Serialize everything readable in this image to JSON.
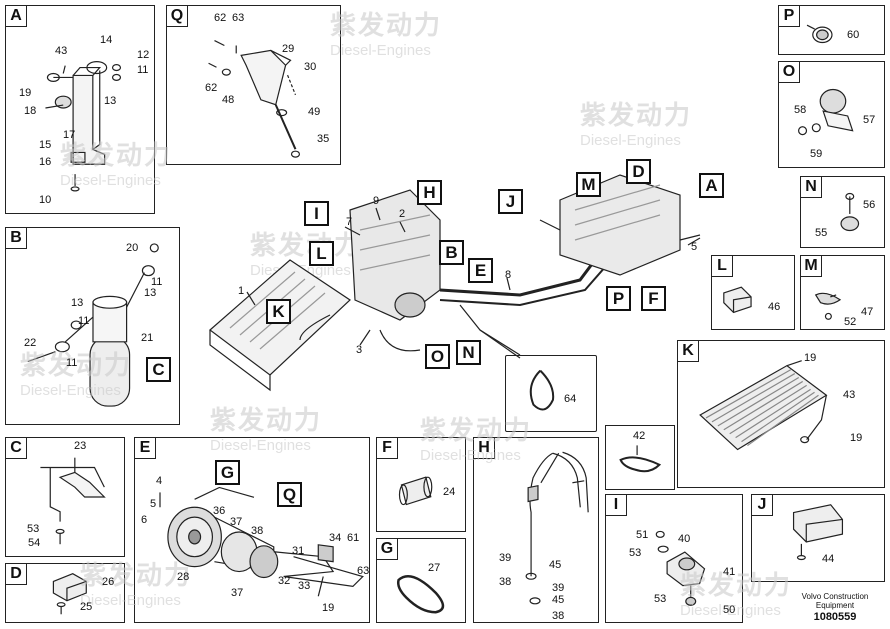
{
  "watermark": {
    "cn": "紫发动力",
    "en": "Diesel-Engines"
  },
  "footer": {
    "line1": "Volvo Construction",
    "line2": "Equipment",
    "code": "1080559"
  },
  "panels": {
    "A": {
      "label": "A",
      "parts": [
        "43",
        "14",
        "12",
        "11",
        "19",
        "13",
        "18",
        "17",
        "15",
        "16",
        "10"
      ]
    },
    "Q": {
      "label": "Q",
      "parts": [
        "62",
        "63",
        "29",
        "30",
        "62",
        "48",
        "49",
        "35"
      ]
    },
    "B": {
      "label": "B",
      "parts": [
        "20",
        "11",
        "13",
        "13",
        "11",
        "21",
        "22",
        "11",
        "C"
      ]
    },
    "C": {
      "label": "C",
      "parts": [
        "23",
        "53",
        "54"
      ]
    },
    "D": {
      "label": "D",
      "parts": [
        "26",
        "25"
      ]
    },
    "E": {
      "label": "E",
      "parts": [
        "4",
        "5",
        "6",
        "G",
        "Q",
        "36",
        "37",
        "38",
        "28",
        "31",
        "32",
        "33",
        "34",
        "61",
        "63",
        "19",
        "37"
      ]
    },
    "F": {
      "label": "F",
      "parts": [
        "24"
      ]
    },
    "G": {
      "label": "G",
      "parts": [
        "27"
      ]
    },
    "H": {
      "label": "H",
      "parts": [
        "39",
        "45",
        "38",
        "39",
        "45",
        "38"
      ]
    },
    "K": {
      "label": "K",
      "parts": [
        "19",
        "43",
        "19"
      ]
    },
    "L": {
      "label": "L",
      "parts": [
        "46"
      ]
    },
    "M": {
      "label": "M",
      "parts": [
        "47",
        "52"
      ]
    },
    "N": {
      "label": "N",
      "parts": [
        "56",
        "55"
      ]
    },
    "O": {
      "label": "O",
      "parts": [
        "58",
        "57",
        "59"
      ]
    },
    "P": {
      "label": "P",
      "parts": [
        "60"
      ]
    },
    "I": {
      "label": "I",
      "parts": [
        "51",
        "40",
        "53",
        "41",
        "53",
        "50"
      ]
    },
    "J": {
      "label": "J",
      "parts": [
        "44"
      ]
    },
    "clip": {
      "parts": [
        "42"
      ]
    },
    "hose": {
      "parts": [
        "64"
      ]
    }
  },
  "main": {
    "callouts": [
      "I",
      "H",
      "L",
      "B",
      "E",
      "J",
      "M",
      "D",
      "A",
      "K",
      "O",
      "N",
      "P",
      "F"
    ],
    "numbers": [
      "1",
      "2",
      "3",
      "5",
      "7",
      "8",
      "9"
    ]
  }
}
